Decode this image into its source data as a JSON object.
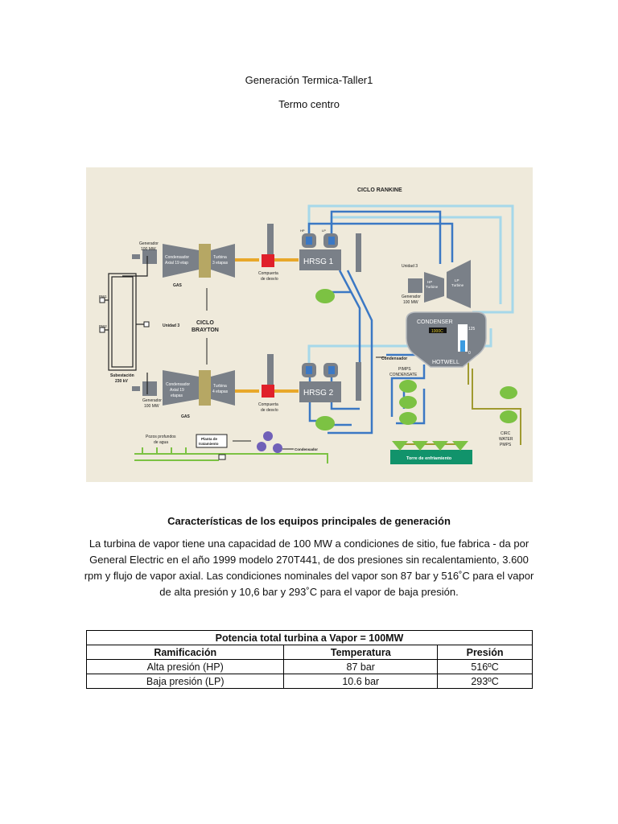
{
  "doc": {
    "title": "Generación Termica-Taller1",
    "subtitle": "Termo centro"
  },
  "diagram": {
    "ciclo_rankine": "CICLO RANKINE",
    "ciclo_brayton_1": "CICLO",
    "ciclo_brayton_2": "BRAYTON",
    "generador_top_1": "Generador",
    "generador_top_2": "100 MW",
    "condensador_top_1": "Condensador",
    "condensador_top_2": "Axial 19 etap",
    "turbina_top_1": "Turbina",
    "turbina_top_2": "3 etapas",
    "gas_top": "GAS",
    "compuerta_top_1": "Compuerta",
    "compuerta_top_2": "de desvío",
    "hrsg1": "HRSG  1",
    "hrsg2": "HRSG  2",
    "hp": "HP",
    "lp": "LP",
    "unidad3_right": "Unidad 3",
    "hp_turbine_1": "HP",
    "hp_turbine_2": "Turbine",
    "lp_turbine_1": "LP",
    "lp_turbine_2": "Turbine",
    "generador_right_1": "Generador",
    "generador_right_2": "100 MW",
    "condenser": "CONDENSER",
    "hotwell": "HOTWELL",
    "gauge_value": "1000C",
    "gauge_max": "125",
    "gauge_min": "0",
    "condensador_mid": "Condensador",
    "pimps_1": "PIMPS",
    "pimps_2": "CONDENSATE",
    "pw1": "PW1",
    "pw2": "PW2",
    "unidad3_left": "Unidad 3",
    "subestacion_1": "Subestación",
    "subestacion_2": "230 kV",
    "generador_bot_1": "Generador",
    "generador_bot_2": "100 MW",
    "condensador_bot_1": "Condensador",
    "condensador_bot_2": "Axial 19",
    "condensador_bot_3": "etapas",
    "turbina_bot_1": "Turbina",
    "turbina_bot_2": "4 etapas",
    "gas_bot": "GAS",
    "compuerta_bot_1": "Compuerta",
    "compuerta_bot_2": "de desvío",
    "pozos_1": "Pozos profundos",
    "pozos_2": "de agua",
    "planta_1": "Planta de",
    "planta_2": "tratamiento",
    "condensador_low": "Condensador",
    "torre": "Torre de enfriamiento",
    "circ_1": "CIRC",
    "circ_2": "WATER",
    "circ_3": "PMPS",
    "colors": {
      "background": "#efeadb",
      "equipment": "#7a8088",
      "hot_pipe": "#3b78c4",
      "cold_pipe": "#a6d8ea",
      "damper": "#e0202a",
      "pump": "#7cc243",
      "tower": "#11936b",
      "condensate_pipe": "#a09a30",
      "header": "#e8a82a"
    }
  },
  "section": {
    "heading": "Características de los equipos principales de generación",
    "paragraph": "La turbina de vapor tiene una capacidad de 100 MW a condiciones de sitio, fue fabrica - da por General Electric en el año 1999 modelo 270T441, de dos presiones sin recalentamiento, 3.600 rpm y flujo de vapor axial. Las condiciones nominales del vapor son 87 bar y 516˚C para el vapor de alta presión y 10,6 bar y 293˚C para el vapor de baja presión."
  },
  "table": {
    "caption": "Potencia total turbina a Vapor = 100MW",
    "headers": [
      "Ramificación",
      "Temperatura",
      "Presión"
    ],
    "rows": [
      [
        "Alta presión (HP)",
        "87 bar",
        "516ºC"
      ],
      [
        "Baja presión (LP)",
        "10.6 bar",
        "293ºC"
      ]
    ]
  }
}
